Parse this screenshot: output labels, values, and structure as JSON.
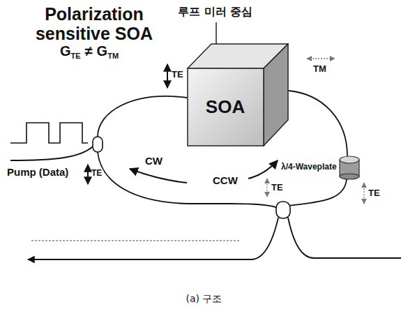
{
  "diagram": {
    "title": "Polarization sensitive SOA",
    "caption": "(a) 구조",
    "nodes": [
      {
        "text": [
          "SOA"
        ]
      },
      {
        "text": [
          "λ/4-Waveplate"
        ]
      }
    ],
    "edges": [
      {
        "from": 0,
        "to": 1,
        "arrow": "none"
      }
    ],
    "labels": [
      "G",
      "TE",
      "≠",
      "G",
      "TM",
      "루프 미러 중심",
      "TM",
      "Pump (Data)",
      "CW",
      "CCW",
      "TE",
      "TE",
      "TE",
      "TE"
    ]
  }
}
